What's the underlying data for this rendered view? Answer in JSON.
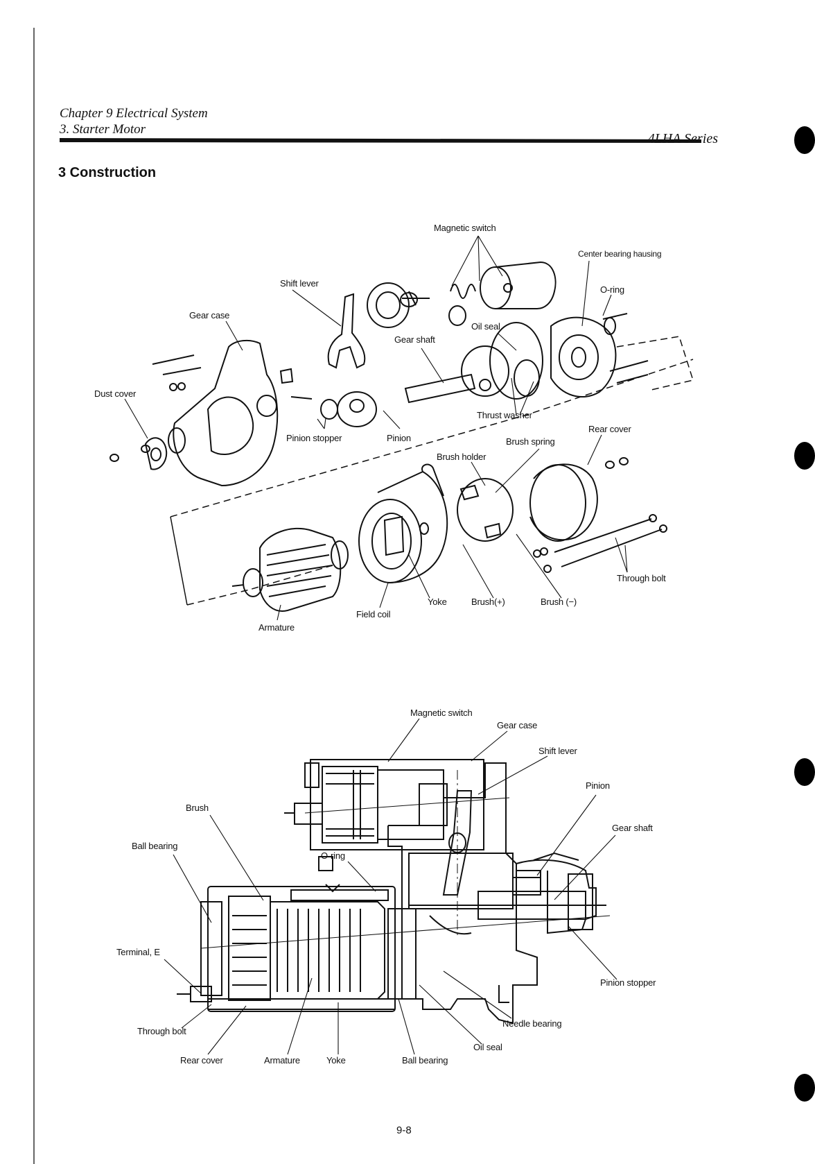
{
  "header": {
    "chapter": "Chapter 9 Electrical System",
    "subsection": "3. Starter Motor",
    "series": "4LHA Series"
  },
  "section_title": "3 Construction",
  "exploded_view": {
    "labels": {
      "magnetic_switch": "Magnetic switch",
      "center_bearing_housing": "Center bearing hausing",
      "o_ring": "O-ring",
      "shift_lever": "Shift lever",
      "gear_case": "Gear case",
      "oil_seal": "Oil seal",
      "gear_shaft": "Gear shaft",
      "dust_cover": "Dust cover",
      "thrust_washer": "Thrust washer",
      "rear_cover": "Rear cover",
      "pinion_stopper": "Pinion stopper",
      "pinion": "Pinion",
      "brush_spring": "Brush spring",
      "brush_holder": "Brush holder",
      "through_bolt": "Through bolt",
      "yoke": "Yoke",
      "brush_plus": "Brush(+)",
      "brush_minus": "Brush (−)",
      "field_coil": "Field coil",
      "armature": "Armature"
    }
  },
  "sectional_view": {
    "labels": {
      "magnetic_switch": "Magnetic switch",
      "gear_case": "Gear case",
      "shift_lever": "Shift lever",
      "pinion": "Pinion",
      "brush": "Brush",
      "gear_shaft": "Gear shaft",
      "ball_bearing_left": "Ball bearing",
      "o_ring": "O-ring",
      "terminal_e": "Terminal, E",
      "pinion_stopper": "Pinion stopper",
      "needle_bearing": "Needle bearing",
      "through_bolt": "Through bolt",
      "oil_seal": "Oil seal",
      "rear_cover": "Rear cover",
      "armature": "Armature",
      "yoke": "Yoke",
      "ball_bearing_bottom": "Ball bearing"
    }
  },
  "footer": {
    "page_number": "9-8"
  }
}
